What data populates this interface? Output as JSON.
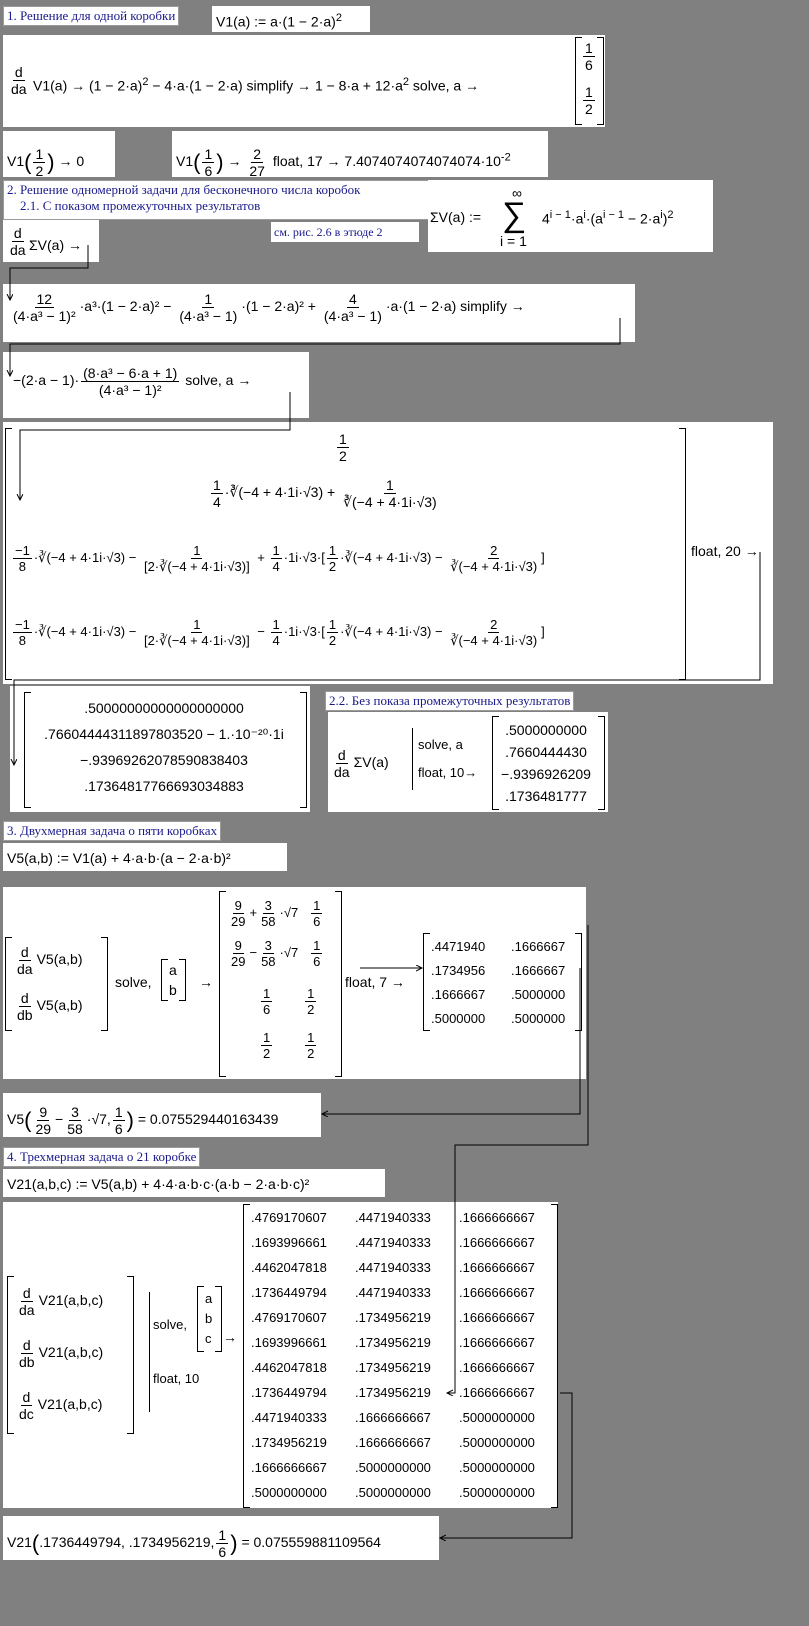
{
  "sections": {
    "s1": "1. Решение для одной коробки",
    "s2": "2. Решение одномерной задачи для бесконечного числа коробок",
    "s21": "2.1. С показом промежуточных результатов",
    "s22": "2.2. Без показа промежуточных результатов",
    "s3": "3. Двухмерная задача о пяти коробках",
    "s4": "4. Трехмерная задача о 21 коробке"
  },
  "note": "см. рис. 2.6 в этюде 2",
  "expr": {
    "v1_def": "V1(a) := a·(1 − 2·a)",
    "v1_deriv_lhs": "V1(a) →",
    "v1_deriv_mid": "(1 − 2·a)",
    "v1_deriv_mid2": "− 4·a·(1 − 2·a)  simplify  →  1 − 8·a + 12·a",
    "v1_deriv_solve": "solve, a  →",
    "root_1_num": "1",
    "root_1_den": "6",
    "root_2_num": "1",
    "root_2_den": "2",
    "v1_half": "→ 0",
    "v1_sixth": "→",
    "v1_sixth_num": "2",
    "v1_sixth_den": "27",
    "v1_sixth_float": "float, 17  →  7.4074074074074074·10",
    "v1_sixth_exp": "-2",
    "sigma_def": "ΣV(a) :=",
    "sigma_sum_top": "∞",
    "sigma_sum_bottom": "i = 1",
    "sigma_body": "4",
    "sigma_deriv": "ΣV(a) →",
    "long_expr": "·a³·(1 − 2·a)² −",
    "long_expr2": "·(1 − 2·a)² +",
    "long_expr3": "·a·(1 − 2·a)  simplify  →",
    "simplified": "−(2·a − 1)·",
    "simplified_num": "(8·a³ − 6·a + 1)",
    "simplified_den": "(4·a³ − 1)²",
    "simplified_solve": "solve, a →",
    "float20": "float, 20  →",
    "cbrt": "∛(−4 + 4·1i·√3)",
    "v5_def": "V5(a,b) := V1(a) + 4·a·b·(a − 2·a·b)²",
    "v21_def": "V21(a,b,c) := V5(a,b) + 4·4·a·b·c·(a·b − 2·a·b·c)²",
    "solve_ab": "solve,",
    "float7": "float, 7  →",
    "solve_a": "solve, a",
    "float10": "float, 10",
    "solve_abc": "solve,",
    "v5_eval": "= 0.075529440163439",
    "v21_eval": "= 0.075559881109564",
    "v21_args": ".1736449794, .1734956219,"
  },
  "float20_result": [
    ".50000000000000000000",
    ".76604444311897803520 − 1.·10⁻²⁰·1i",
    "−.93969262078590838403",
    ".17364817766693034883"
  ],
  "float10_result": [
    ".5000000000",
    ".7660444430",
    "−.9396926209",
    ".1736481777"
  ],
  "v5_float7": [
    [
      ".4471940",
      ".1666667"
    ],
    [
      ".1734956",
      ".1666667"
    ],
    [
      ".1666667",
      ".5000000"
    ],
    [
      ".5000000",
      ".5000000"
    ]
  ],
  "v21_result": [
    [
      ".4769170607",
      ".4471940333",
      ".1666666667"
    ],
    [
      ".1693996661",
      ".4471940333",
      ".1666666667"
    ],
    [
      ".4462047818",
      ".4471940333",
      ".1666666667"
    ],
    [
      ".1736449794",
      ".4471940333",
      ".1666666667"
    ],
    [
      ".4769170607",
      ".1734956219",
      ".1666666667"
    ],
    [
      ".1693996661",
      ".1734956219",
      ".1666666667"
    ],
    [
      ".4462047818",
      ".1734956219",
      ".1666666667"
    ],
    [
      ".1736449794",
      ".1734956219",
      ".1666666667"
    ],
    [
      ".4471940333",
      ".1666666667",
      ".5000000000"
    ],
    [
      ".1734956219",
      ".1666666667",
      ".5000000000"
    ],
    [
      ".1666666667",
      ".5000000000",
      ".5000000000"
    ],
    [
      ".5000000000",
      ".5000000000",
      ".5000000000"
    ]
  ]
}
